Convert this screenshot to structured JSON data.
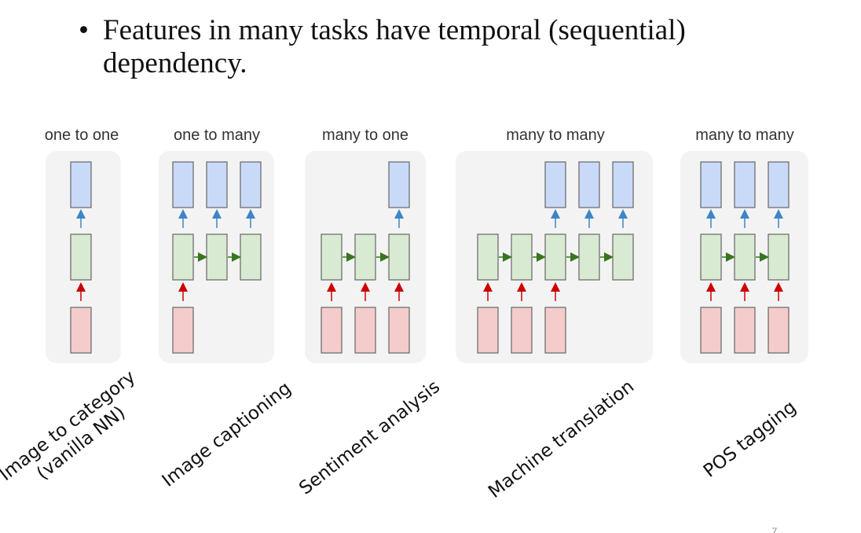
{
  "slide": {
    "bullet_char": "•",
    "bullet_text": "Features in many tasks have temporal (sequential) dependency.",
    "page_number": "7"
  },
  "panels": [
    {
      "header": "one to one",
      "caption_lines": [
        "Image to category",
        "(vanilla NN)"
      ]
    },
    {
      "header": "one to many",
      "caption_lines": [
        "Image captioning"
      ]
    },
    {
      "header": "many to one",
      "caption_lines": [
        "Sentiment analysis"
      ]
    },
    {
      "header": "many to many",
      "caption_lines": [
        "Machine translation"
      ]
    },
    {
      "header": "many to many",
      "caption_lines": [
        "POS tagging"
      ]
    }
  ],
  "colors": {
    "input_fill": "#f4cccc",
    "hidden_fill": "#d9ead3",
    "output_fill": "#c9daf8",
    "input_arrow": "#cc0000",
    "output_arrow": "#3d85c6",
    "recurrent_arrow": "#38761d",
    "panel_bg": "#f3f3f3",
    "box_stroke": "#666666"
  }
}
